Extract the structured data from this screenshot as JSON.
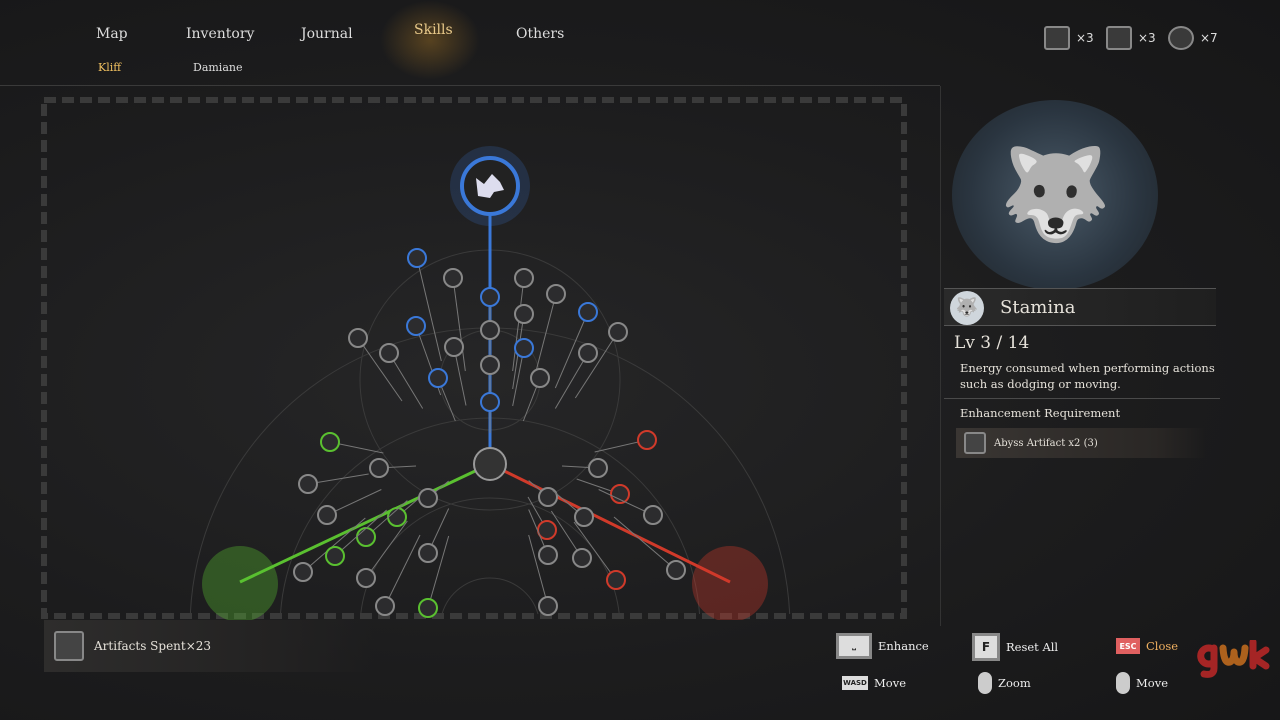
{
  "nav": {
    "tabs": [
      "Map",
      "Inventory",
      "Journal",
      "Skills",
      "Others"
    ],
    "active_tab": "Skills",
    "characters": [
      "Kliff",
      "Damiane"
    ],
    "active_character": "Kliff"
  },
  "currency": [
    {
      "icon": "abyss-artifact-icon",
      "count": "×3"
    },
    {
      "icon": "cube-icon",
      "count": "×3"
    },
    {
      "icon": "orb-icon",
      "count": "×7"
    }
  ],
  "skill": {
    "name": "Stamina",
    "level": "Lv 3 / 14",
    "description": "Energy consumed when performing actions such as dodging or moving.",
    "requirement_label": "Enhancement Requirement",
    "requirement": "Abyss Artifact  x2 (3)",
    "icon": "wolf-icon"
  },
  "artifacts_spent": "Artifacts Spent×23",
  "hints": {
    "enhance": "Enhance",
    "reset": "Reset  All",
    "close": "Close",
    "move": "Move",
    "zoom": "Zoom",
    "move2": "Move",
    "key_f": "F",
    "key_esc": "ESC",
    "key_wasd": "WASD"
  },
  "colors": {
    "blue": "#3a78d8",
    "green": "#5ac030",
    "red": "#d03a2a",
    "gold": "#e8c98a"
  },
  "watermark": "gwk"
}
